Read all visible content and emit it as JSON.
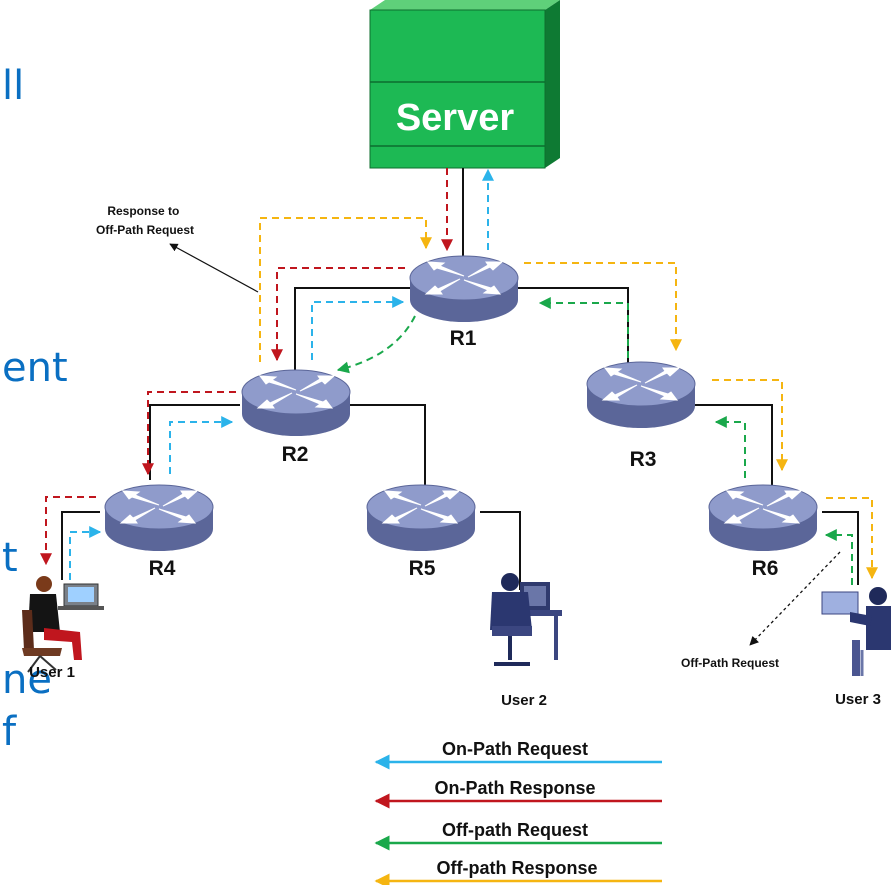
{
  "left_text_fragments": [
    "ll",
    "ent",
    "t",
    "ne",
    "f"
  ],
  "server": {
    "label": "Server",
    "color": "#1db954"
  },
  "routers": [
    {
      "id": "R1",
      "label": "R1"
    },
    {
      "id": "R2",
      "label": "R2"
    },
    {
      "id": "R3",
      "label": "R3"
    },
    {
      "id": "R4",
      "label": "R4"
    },
    {
      "id": "R5",
      "label": "R5"
    },
    {
      "id": "R6",
      "label": "R6"
    }
  ],
  "users": [
    {
      "id": "user1",
      "label": "User 1"
    },
    {
      "id": "user2",
      "label": "User 2"
    },
    {
      "id": "user3",
      "label": "User 3"
    }
  ],
  "annotations": {
    "response_to_off_path": "Response to\nOff-Path Request",
    "response_to_off_path_lines": [
      "Response to",
      "Off-Path Request"
    ],
    "off_path_request": "Off-Path Request"
  },
  "legend": [
    {
      "label": "On-Path Request",
      "color": "#2bb3ea"
    },
    {
      "label": "On-Path Response",
      "color": "#c0161e"
    },
    {
      "label": "Off-path Request",
      "color": "#1aa84b"
    },
    {
      "label": "Off-path Response",
      "color": "#f5b511"
    }
  ],
  "colors": {
    "on_path_request": "#2bb3ea",
    "on_path_response": "#c0161e",
    "off_path_request": "#1aa84b",
    "off_path_response": "#f5b511",
    "router": "#6a76a8",
    "left_text": "#0a6fc2"
  }
}
